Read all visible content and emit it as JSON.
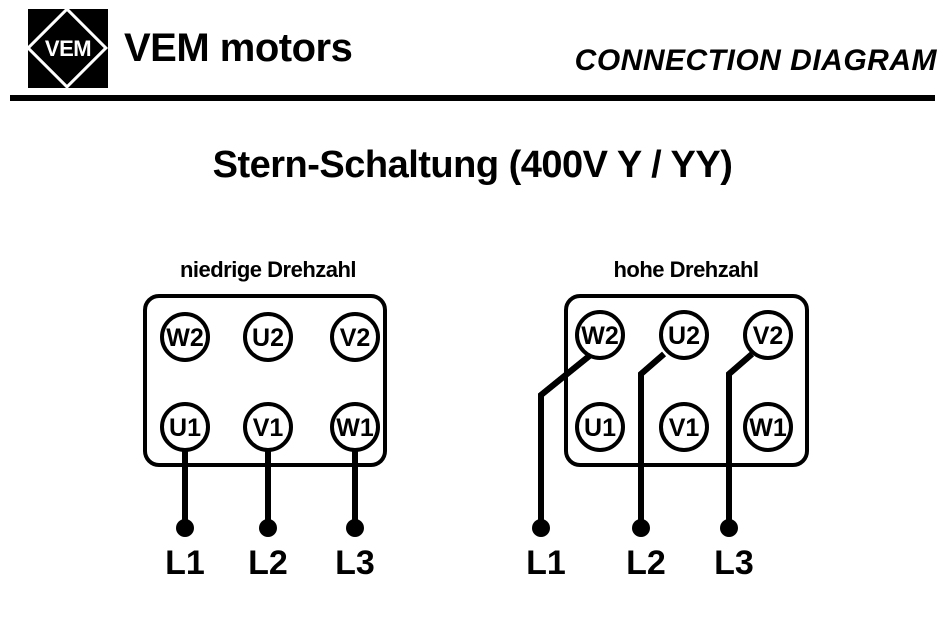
{
  "header": {
    "logo_text": "VEM",
    "brand": "VEM motors",
    "doc_kind": "CONNECTION DIAGRAM"
  },
  "title": "Stern-Schaltung  (400V  Y / YY)",
  "diagrams": [
    {
      "id": "low-speed",
      "caption": "niedrige Drehzahl",
      "terminals_top": [
        "W2",
        "U2",
        "V2"
      ],
      "terminals_bottom": [
        "U1",
        "V1",
        "W1"
      ],
      "supply_labels": [
        "L1",
        "L2",
        "L3"
      ],
      "connected_terminals": [
        "U1",
        "V1",
        "W1"
      ]
    },
    {
      "id": "high-speed",
      "caption": "hohe Drehzahl",
      "terminals_top": [
        "W2",
        "U2",
        "V2"
      ],
      "terminals_bottom": [
        "U1",
        "V1",
        "W1"
      ],
      "supply_labels": [
        "L1",
        "L2",
        "L3"
      ],
      "connected_terminals": [
        "W2",
        "U2",
        "V2"
      ]
    }
  ],
  "colors": {
    "ink": "#000000",
    "paper": "#ffffff"
  }
}
